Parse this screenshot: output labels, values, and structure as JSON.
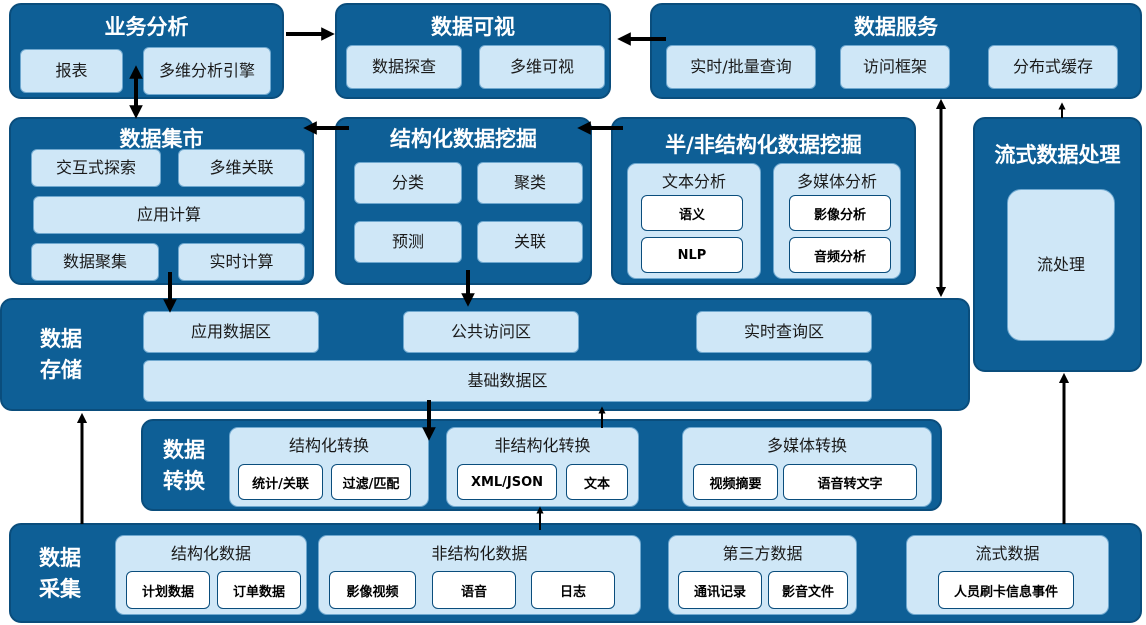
{
  "business_analysis": {
    "title": "业务分析",
    "items": [
      "报表",
      "多维分析引擎"
    ]
  },
  "data_visualization": {
    "title": "数据可视",
    "items": [
      "数据探查",
      "多维可视"
    ]
  },
  "data_service": {
    "title": "数据服务",
    "items": [
      "实时/批量查询",
      "访问框架",
      "分布式缓存"
    ]
  },
  "data_mart": {
    "title": "数据集市",
    "items": [
      "交互式探索",
      "多维关联",
      "应用计算",
      "数据聚集",
      "实时计算"
    ]
  },
  "structured_mining": {
    "title": "结构化数据挖掘",
    "items": [
      "分类",
      "聚类",
      "预测",
      "关联"
    ]
  },
  "semi_unstructured_mining": {
    "title": "半/非结构化数据挖掘",
    "text_analysis": {
      "title": "文本分析",
      "items": [
        "语义",
        "NLP"
      ]
    },
    "multimedia_analysis": {
      "title": "多媒体分析",
      "items": [
        "影像分析",
        "音频分析"
      ]
    }
  },
  "stream_processing": {
    "title": "流式数据处理",
    "item": "流处理"
  },
  "data_storage": {
    "title_lines": [
      "数据",
      "存储"
    ],
    "items": [
      "应用数据区",
      "公共访问区",
      "实时查询区",
      "基础数据区"
    ]
  },
  "data_transform": {
    "title_lines": [
      "数据",
      "转换"
    ],
    "groups": [
      {
        "title": "结构化转换",
        "items": [
          "统计/关联",
          "过滤/匹配"
        ]
      },
      {
        "title": "非结构化转换",
        "items": [
          "XML/JSON",
          "文本"
        ]
      },
      {
        "title": "多媒体转换",
        "items": [
          "视频摘要",
          "语音转文字"
        ]
      }
    ]
  },
  "data_collection": {
    "title_lines": [
      "数据",
      "采集"
    ],
    "groups": [
      {
        "title": "结构化数据",
        "items": [
          "计划数据",
          "订单数据"
        ]
      },
      {
        "title": "非结构化数据",
        "items": [
          "影像视频",
          "语音",
          "日志"
        ]
      },
      {
        "title": "第三方数据",
        "items": [
          "通讯记录",
          "影音文件"
        ]
      },
      {
        "title": "流式数据",
        "items": [
          "人员刷卡信息事件"
        ]
      }
    ]
  },
  "colors": {
    "panel": "#0e5f96",
    "box": "#cfe7f7",
    "arrow": "#000000"
  }
}
